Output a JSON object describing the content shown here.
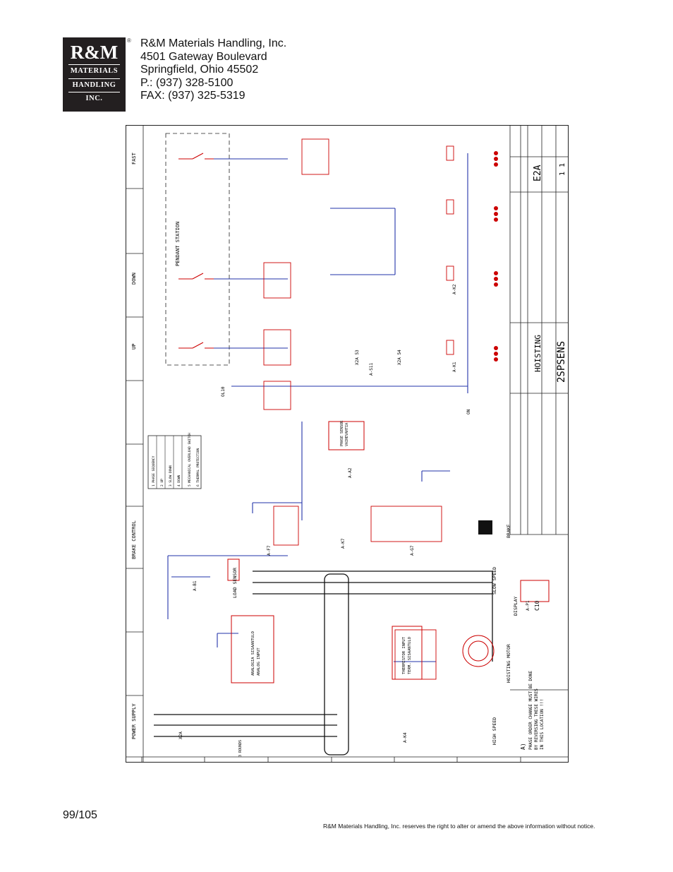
{
  "logo": {
    "rm": "R&M",
    "line1": "MATERIALS",
    "line2": "HANDLING",
    "line3": "INC.",
    "registered": "®"
  },
  "company": {
    "name": "R&M Materials Handling, Inc.",
    "street": "4501 Gateway Boulevard",
    "city": "Springfield, Ohio 45502",
    "phone": "P.: (937) 328-5100",
    "fax": "FAX: (937) 325-5319"
  },
  "page_number": "99/105",
  "disclaimer": "R&M Materials Handling, Inc. reserves the right to alter or amend the above information without notice.",
  "drawing": {
    "sections": {
      "power_supply": "POWER SUPPLY",
      "brake_control": "BRAKE CONTROL",
      "up": "UP",
      "down": "DOWN",
      "fast": "FAST"
    },
    "pendant_station": "PENDANT STATION",
    "hoisting_motor": "HOISTING MOTOR",
    "high_speed": "HIGH SPEED",
    "slow_speed": "SLOW SPEED",
    "brake": "BRAKE",
    "load_sensor": "LOAD SENSOR",
    "display": "DISPLAY",
    "display_ref": "A-P1",
    "display_code": "C10",
    "thermistor": "THERMISTOR INPUT",
    "thermistor_sub": "TERM. SISAANTULO",
    "analog_input": "ANALOGIA SISAANTULO",
    "analog_input_sub": "ANALOG INPUT",
    "phase_sensor": "PHASE SENSOR",
    "phase_sensor_sub": "VAIHEVAHTIA",
    "note_label": "A)",
    "note_line1": "PHASE ORDER CHANGE MUST BE DONE",
    "note_line2": "BY REVERSING THESE WIRES",
    "note_line3": "IN THIS LOCATION !!!",
    "legend": [
      "1  PHASE SEQUENCY",
      "2  UP",
      "3  SLOW DOWN",
      "4  DOWN",
      "5  MECHANICAL OVERLOAD SWITCH",
      "6  THERMAL PROTECTION"
    ],
    "title_block": {
      "title": "HOISTING",
      "drawing_no": "2SPSENS",
      "sheet": "E2A",
      "sheet_count": "1  1"
    },
    "wire_labels": {
      "ol10": "OL10",
      "on": "ON",
      "x2a_53": "X2A 53",
      "x2a_54": "X2A 54",
      "aa_s11": "A-S11",
      "ai_k1": "A-K1",
      "ai_k2": "A-K2",
      "ai_k4": "A-K4",
      "ai_k7": "A-K7",
      "ai_f7": "A-F7",
      "ai_g7": "A-G7",
      "ai_b1": "A-B1",
      "ai_a2": "A-A2",
      "x1a": "X2A",
      "phases": "3 ROUNDS"
    }
  }
}
